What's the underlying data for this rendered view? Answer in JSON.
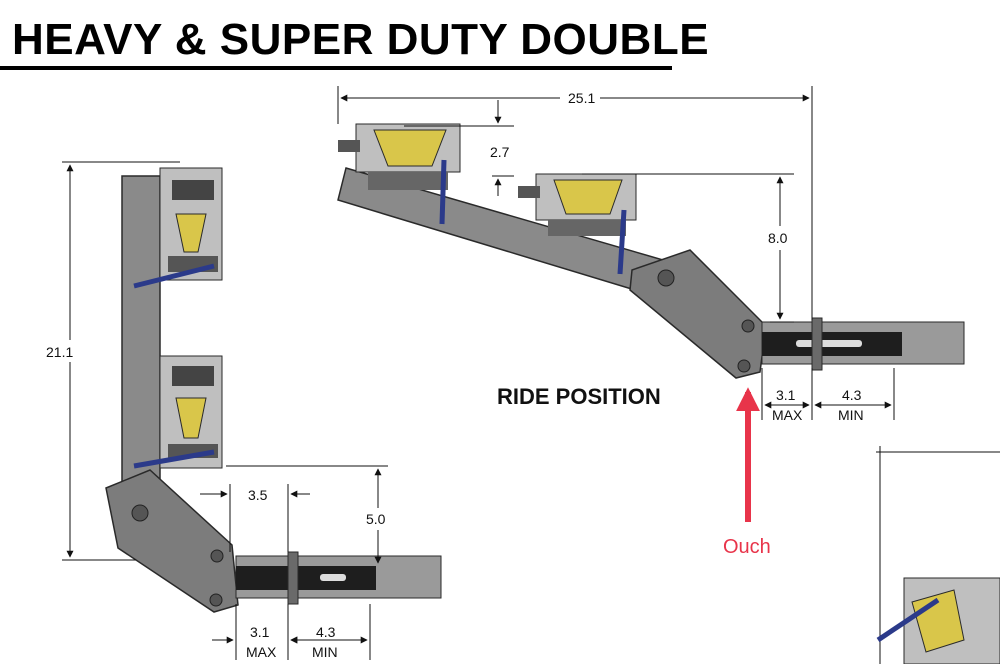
{
  "title": "HEAVY & SUPER DUTY DOUBLE",
  "ride_position_label": "RIDE POSITION",
  "annotation": "Ouch",
  "annotation_color": "#e8344a",
  "dimensions": {
    "overall_length": "25.1",
    "top_offset": "2.7",
    "roller_height": "8.0",
    "ride_max_value": "3.1",
    "ride_max_label": "MAX",
    "ride_min_value": "4.3",
    "ride_min_label": "MIN",
    "vertical_height": "21.1",
    "vertical_offset": "3.5",
    "vertical_drop": "5.0",
    "stow_max_value": "3.1",
    "stow_max_label": "MAX",
    "stow_min_value": "4.3",
    "stow_min_label": "MIN"
  },
  "colors": {
    "frame": "#7c7c7c",
    "frame_dark": "#3a3a3a",
    "roller": "#d9c64a",
    "rod": "#2b3a8a",
    "tube": "#5a5a5a"
  }
}
